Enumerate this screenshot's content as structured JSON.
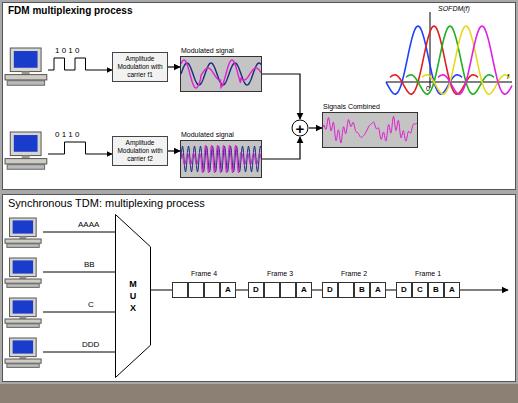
{
  "diagram": {
    "nodes": [
      {
        "text": [
          "FDM multiplexing process"
        ]
      },
      {
        "text": [
          "Amplitude Modulation with carrier f1"
        ],
        "in": 0
      },
      {
        "text": [
          "Modulated signal"
        ],
        "in": 0
      },
      {
        "text": [
          "Amplitude Modulation with carrier f2"
        ],
        "in": 0
      },
      {
        "text": [
          "Modulated signal"
        ],
        "in": 0
      },
      {
        "text": [
          "+"
        ],
        "in": 0
      },
      {
        "text": [
          "Signals Combined"
        ],
        "in": 0
      },
      {
        "text": [
          "Synchronous TDM: multiplexing process"
        ]
      },
      {
        "text": [
          "M U X"
        ],
        "in": 7
      },
      {
        "text": [
          "Frame 4"
        ],
        "in": 7
      },
      {
        "text": [
          "A"
        ],
        "in": 9
      },
      {
        "text": [
          "Frame 3"
        ],
        "in": 7
      },
      {
        "text": [
          "D"
        ],
        "in": 11
      },
      {
        "text": [
          "A"
        ],
        "in": 11
      },
      {
        "text": [
          "Frame 2"
        ],
        "in": 7
      },
      {
        "text": [
          "D"
        ],
        "in": 14
      },
      {
        "text": [
          "B"
        ],
        "in": 14
      },
      {
        "text": [
          "A"
        ],
        "in": 14
      },
      {
        "text": [
          "Frame 1"
        ],
        "in": 7
      },
      {
        "text": [
          "D"
        ],
        "in": 18
      },
      {
        "text": [
          "C"
        ],
        "in": 18
      },
      {
        "text": [
          "B"
        ],
        "in": 18
      },
      {
        "text": [
          "A"
        ],
        "in": 18
      }
    ],
    "edges": [
      {
        "from": 1,
        "to": 2,
        "arrow": "to"
      },
      {
        "from": 3,
        "to": 4,
        "arrow": "to"
      },
      {
        "from": 2,
        "to": 5,
        "arrow": "to"
      },
      {
        "from": 4,
        "to": 5,
        "arrow": "to"
      },
      {
        "from": 5,
        "to": 6,
        "arrow": "to"
      }
    ],
    "labels": [
      "1 0 1 0",
      "0 1 1 0",
      "SOFDM(f)",
      "0",
      "f",
      "AAAA",
      "BB",
      "C",
      "DDD"
    ]
  }
}
